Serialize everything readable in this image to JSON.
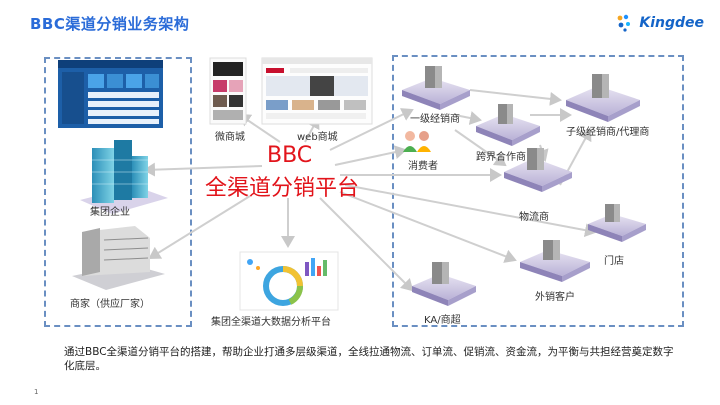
{
  "header": {
    "title": "BBC渠道分销业务架构",
    "logo_text": "Kingdee",
    "logo_color": "#1464c8"
  },
  "center": {
    "line1": "BBC",
    "line2": "全渠道分销平台",
    "color": "#e2141b"
  },
  "left": {
    "group": "集团企业",
    "supplier": "商家（供应厂家）"
  },
  "top": {
    "wechat": "微商城",
    "web": "web商城"
  },
  "bottom": {
    "bigdata": "集团全渠道大数据分析平台"
  },
  "right": {
    "level1": "一级经销商",
    "consumer": "消费者",
    "cross": "跨界合作商",
    "sub": "子级经销商/代理商",
    "logistics": "物流商",
    "store": "门店",
    "sales": "外销客户",
    "ka": "KA/商超"
  },
  "footer": {
    "description": "通过BBC全渠道分销平台的搭建，帮助企业打通多层级渠道，全线拉通物流、订单流、促销流、资金流，为平衡与共担经营奠定数字化底层。",
    "page": "1"
  }
}
